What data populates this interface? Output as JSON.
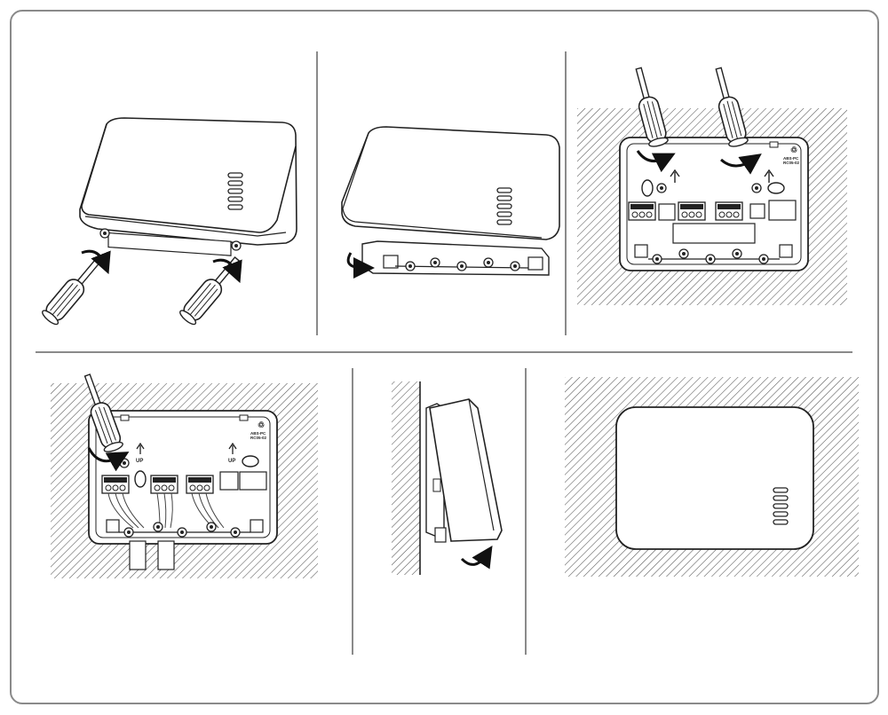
{
  "diagram": {
    "steps": [
      {
        "id": 1,
        "labels": []
      },
      {
        "id": 2,
        "labels": []
      },
      {
        "id": 3,
        "labels": [
          "ABS-PC",
          "RC05-02"
        ]
      },
      {
        "id": 4,
        "labels": [
          "UP",
          "UP",
          "ABS-PC",
          "RC05-02"
        ]
      },
      {
        "id": 5,
        "labels": []
      },
      {
        "id": 6,
        "labels": []
      }
    ]
  },
  "colors": {
    "frame": "#8a8a8a",
    "stroke": "#222222",
    "hatch": "#555555",
    "divider": "#8a8a8a"
  },
  "icons": [
    "screwdriver-icon",
    "rotate-arrow-icon",
    "up-arrow-icon",
    "recycle-icon"
  ]
}
